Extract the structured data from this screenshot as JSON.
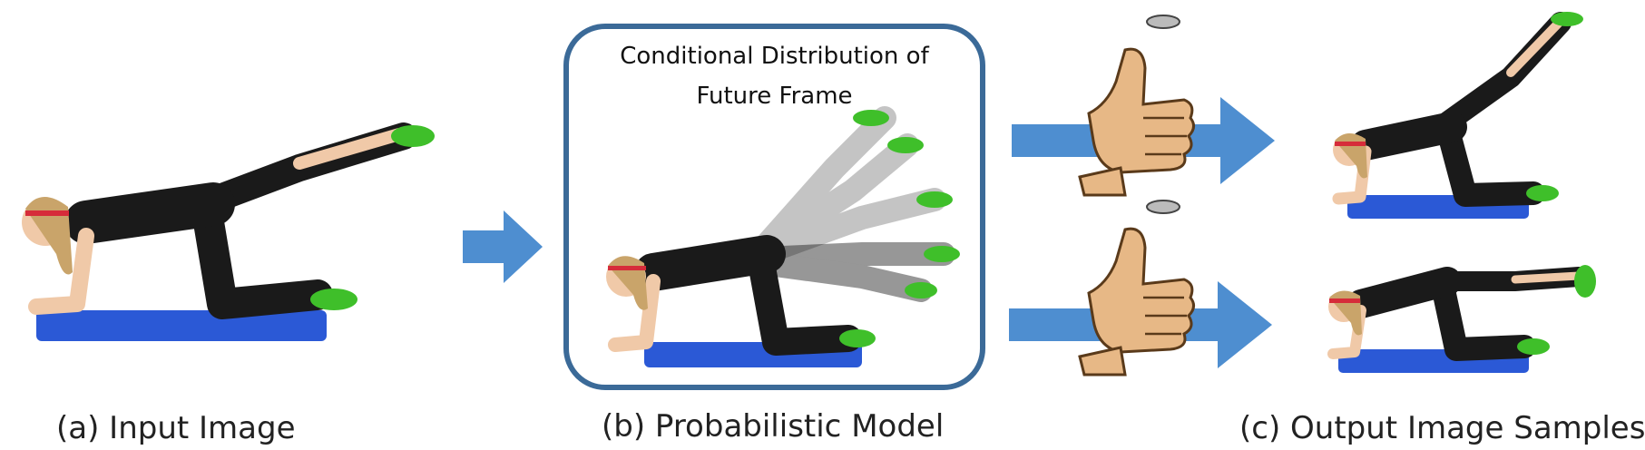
{
  "captions": {
    "input": "(a) Input Image",
    "model": "(b) Probabilistic Model",
    "output": "(c) Output Image Samples"
  },
  "model_box": {
    "title_line1": "Conditional Distribution of",
    "title_line2": "Future Frame"
  },
  "colors": {
    "arrow": "#4e8ed0",
    "box_border": "#3b6a98",
    "mat": "#2b59d6",
    "outfit": "#1a1a1a",
    "skin": "#f0c9a8",
    "shoe": "#3fbf2a",
    "hand": "#e7b886"
  },
  "icons": {
    "arrow": "right-arrow-icon",
    "thumb": "thumbs-up-coin-flip-icon",
    "coin": "coin-icon"
  }
}
